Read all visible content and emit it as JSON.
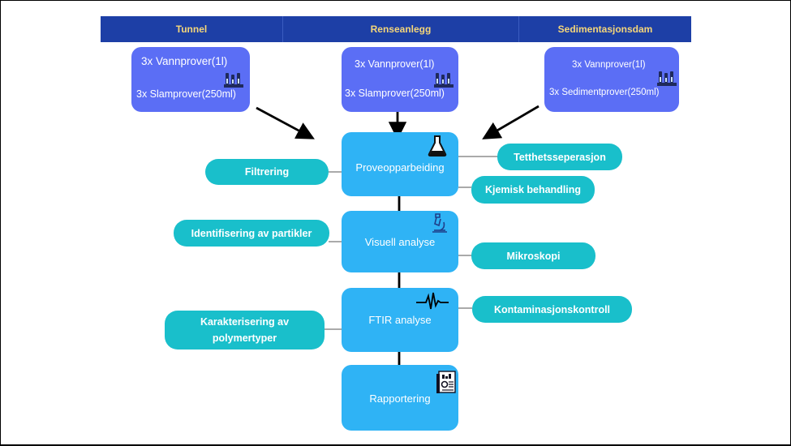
{
  "header": {
    "columns": [
      "Tunnel",
      "Renseanlegg",
      "Sedimentasjonsdam"
    ]
  },
  "sources": [
    {
      "line1": "3x Vannprover(1l)",
      "line2": "3x Slamprover(250ml)"
    },
    {
      "line1": "3x Vannprover(1l)",
      "line2": "3x Slamprover(250ml)"
    },
    {
      "line1": "3x Vannprover(1l)",
      "line2": "3x Sedimentprover(250ml)"
    }
  ],
  "steps": [
    "Proveopparbeiding",
    "Visuell analyse",
    "FTIR analyse",
    "Rapportering"
  ],
  "pills": {
    "filtrering": "Filtrering",
    "tetthet": "Tetthetsseperasjon",
    "kjemisk": "Kjemisk behandling",
    "identifisering": "Identifisering av partikler",
    "mikroskopi": "Mikroskopi",
    "kontaminasjon": "Kontaminasjonskontroll",
    "karakterisering_l1": "Karakterisering av",
    "karakterisering_l2": "polymertyper"
  },
  "icons": {
    "sample": "test-tubes-icon",
    "flask": "flask-icon",
    "microscope": "microscope-icon",
    "spectrum": "waveform-icon",
    "report": "report-icon"
  },
  "colors": {
    "header": "#1d3fa6",
    "header_text": "#f5d679",
    "source": "#5b6ef5",
    "step": "#2fb3f5",
    "pill": "#19bfcb"
  }
}
